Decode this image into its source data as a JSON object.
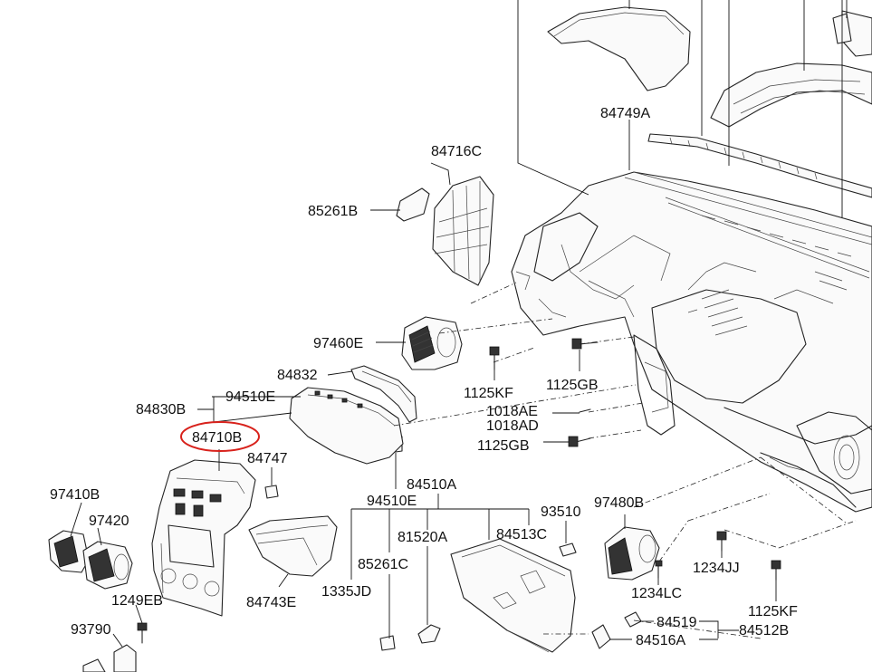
{
  "labels": {
    "p84749A": "84749A",
    "p84716C": "84716C",
    "p85261B": "85261B",
    "p97460E": "97460E",
    "p1125KF_a": "1125KF",
    "p1125GB_a": "1125GB",
    "p1018AE": "1018AE",
    "p1018AD": "1018AD",
    "p1125GB_b": "1125GB",
    "p84832": "84832",
    "p84830B": "84830B",
    "p94510E_a": "94510E",
    "p84710B": "84710B",
    "p84747": "84747",
    "p97410B": "97410B",
    "p97420": "97420",
    "p1249EB": "1249EB",
    "p93790": "93790",
    "p84743E": "84743E",
    "p84510A": "84510A",
    "p94510E_b": "94510E",
    "p81520A": "81520A",
    "p84513C": "84513C",
    "p1335JD": "1335JD",
    "p85261C": "85261C",
    "p93510": "93510",
    "p97480B": "97480B",
    "p1234JJ": "1234JJ",
    "p1234LC": "1234LC",
    "p1125KF_b": "1125KF",
    "p84519": "84519",
    "p84512B": "84512B",
    "p84516A": "84516A"
  },
  "highlighted_part": "84710B",
  "colors": {
    "line": "#222222",
    "highlight": "#d8221c",
    "background": "#ffffff"
  }
}
